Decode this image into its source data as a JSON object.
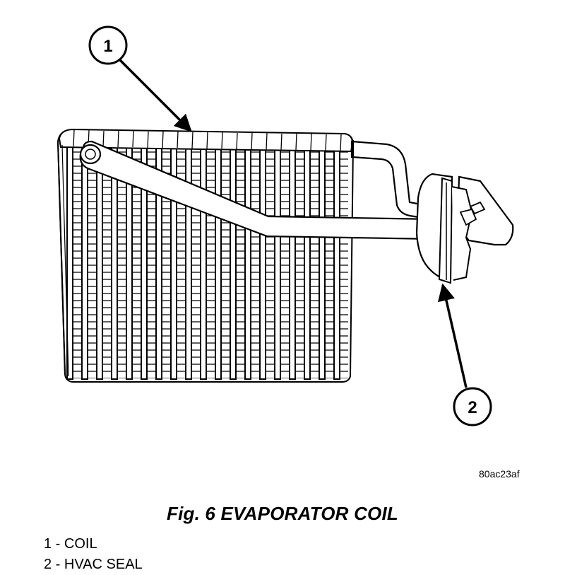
{
  "callouts": [
    {
      "number": "1"
    },
    {
      "number": "2"
    }
  ],
  "image_code": "80ac23af",
  "figure_title": "Fig. 6 EVAPORATOR COIL",
  "legend": [
    {
      "text": "1 - COIL"
    },
    {
      "text": "2 - HVAC SEAL"
    }
  ]
}
